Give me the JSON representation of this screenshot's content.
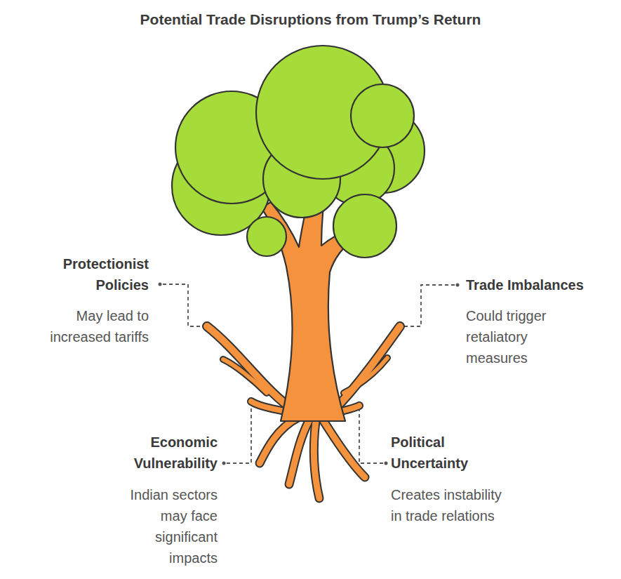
{
  "diagram": {
    "title": "Potential Trade Disruptions from Trump’s Return",
    "labels": [
      "Protectionist Policies",
      "May lead to increased tariffs",
      "Trade Imbalances",
      "Could trigger retaliatory measures",
      "Economic Vulnerability",
      "Indian sectors may face significant impacts",
      "Political Uncertainty",
      "Creates instability in trade relations"
    ]
  }
}
